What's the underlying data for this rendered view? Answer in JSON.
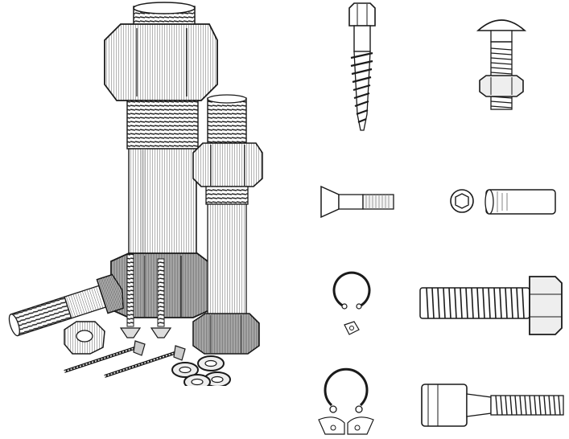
{
  "illustration": {
    "style": "engraving",
    "ink_color": "#1a1a1a",
    "paper_color": "#ffffff",
    "groups": [
      {
        "name": "assorted-bolts-nuts-screws-washers-group"
      },
      {
        "name": "lag-screw"
      },
      {
        "name": "carriage-bolt-with-nut"
      },
      {
        "name": "countersunk-bolt"
      },
      {
        "name": "hex-socket-sleeve"
      },
      {
        "name": "internal-circlip"
      },
      {
        "name": "hex-bolt"
      },
      {
        "name": "external-circlip"
      },
      {
        "name": "socket-head-cap-screw"
      }
    ]
  }
}
